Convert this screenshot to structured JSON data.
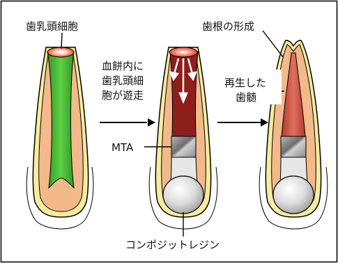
{
  "labels": {
    "dental_papilla_cells": "歯乳頭細胞",
    "root_formation": "歯根の形成",
    "clot_line1": "血餅内に",
    "clot_line2": "歯乳頭細",
    "clot_line3": "胞が遊走",
    "regen_line1": "再生した",
    "regen_line2": "歯髄",
    "mta": "MTA",
    "composite_resin": "コンポジットレジン"
  },
  "colors": {
    "frame": "#000000",
    "enamel": "#f7eba0",
    "dentin": "#f3b98a",
    "pulp_green": "#3cae2e",
    "clot_red": "#8c1f1c",
    "regen_pulp": "#c84b3c",
    "mta_gray": "#9a9a9a",
    "resin": "#e6e6e6",
    "papilla": "#e84a2d"
  }
}
